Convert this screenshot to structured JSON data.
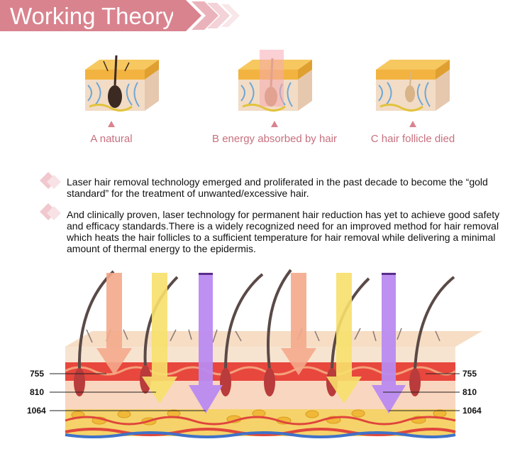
{
  "header": {
    "title": "Working Theory"
  },
  "stages": [
    {
      "label": "A natural"
    },
    {
      "label": "B energy absorbed by hair"
    },
    {
      "label": "C hair follicle died"
    }
  ],
  "paragraphs": [
    "Laser hair removal technology emerged and proliferated in the past decade to become the “gold standard” for the treatment of unwanted/excessive hair.",
    "And clinically proven, laser technology for permanent hair reduction has yet to achieve good safety and efficacy standards.There is a widely recognized need for an improved method for hair removal which heats the hair follicles to a sufficient temperature for hair removal while delivering a minimal amount of thermal energy to the epidermis."
  ],
  "wavelengths": {
    "left": [
      "755",
      "810",
      "1064"
    ],
    "right": [
      "755",
      "810",
      "1064"
    ]
  },
  "colors": {
    "banner": "#d9838f",
    "label": "#c8707e",
    "arrow_755": "#f4a98b",
    "arrow_810": "#f7e06c",
    "arrow_1064": "#b98af0"
  }
}
